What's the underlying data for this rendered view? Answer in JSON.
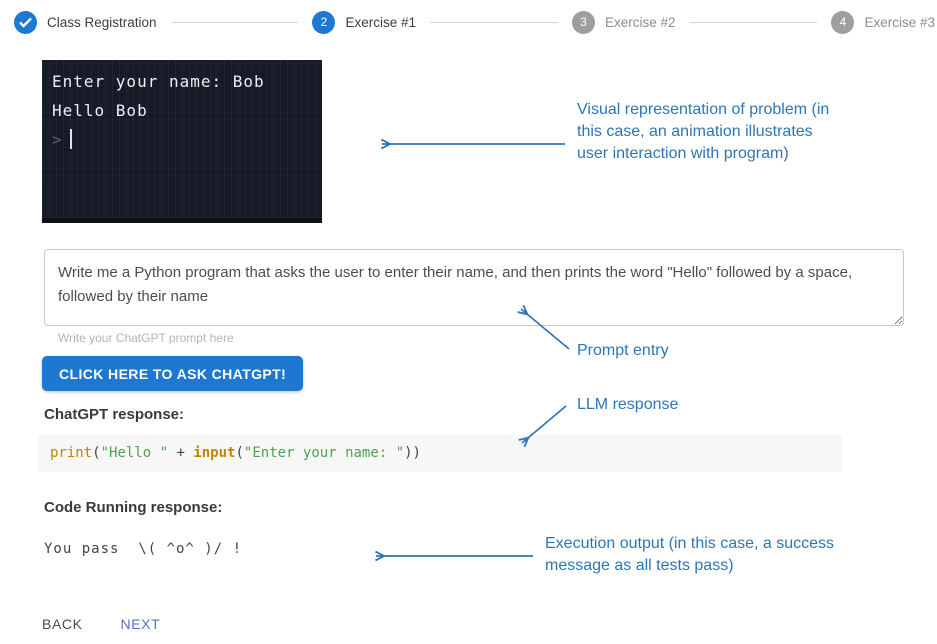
{
  "stepper": {
    "steps": [
      {
        "label": "Class Registration",
        "state": "completed",
        "icon": "check-icon",
        "number": ""
      },
      {
        "label": "Exercise #1",
        "state": "active",
        "number": "2"
      },
      {
        "label": "Exercise #2",
        "state": "inactive",
        "number": "3"
      },
      {
        "label": "Exercise #3",
        "state": "inactive",
        "number": "4"
      }
    ]
  },
  "terminal": {
    "lines": [
      "Enter your name: Bob",
      "Hello Bob"
    ],
    "prompt_char": ">"
  },
  "prompt": {
    "value": "Write me a Python program that asks the user to enter their name, and then prints the word \"Hello\" followed by a space, followed by their name",
    "hint": "Write your ChatGPT prompt here",
    "ask_button_label": "CLICK HERE TO ASK CHATGPT!"
  },
  "chatgpt": {
    "heading": "ChatGPT response:",
    "code": [
      {
        "text": "print",
        "type": "function"
      },
      {
        "text": "(",
        "type": "plain"
      },
      {
        "text": "\"Hello \"",
        "type": "string"
      },
      {
        "text": " + ",
        "type": "plain"
      },
      {
        "text": "input",
        "type": "builtin"
      },
      {
        "text": "(",
        "type": "plain"
      },
      {
        "text": "\"Enter your name: \"",
        "type": "string"
      },
      {
        "text": "))",
        "type": "plain"
      }
    ]
  },
  "run": {
    "heading": "Code Running response:",
    "output": "You pass  \\( ^o^ )/ !"
  },
  "annotations": {
    "visual": "Visual representation of problem (in this case, an animation illustrates user interaction with program)",
    "prompt": "Prompt entry",
    "llm": "LLM response",
    "execution": "Execution output (in this case, a success message as all tests pass)"
  },
  "footer": {
    "back_label": "BACK",
    "next_label": "NEXT"
  },
  "colors": {
    "step_active_blue": "#1E78D2",
    "step_inactive_gray": "#9E9E9E",
    "annotation_blue": "#2E75B6",
    "button_blue": "#1E78D2",
    "terminal_background": "#151A26",
    "code_background": "#F7F7F7",
    "code_string_green": "#50A14F",
    "code_function_orange": "#C18401",
    "next_button_blue": "#5271C4"
  }
}
